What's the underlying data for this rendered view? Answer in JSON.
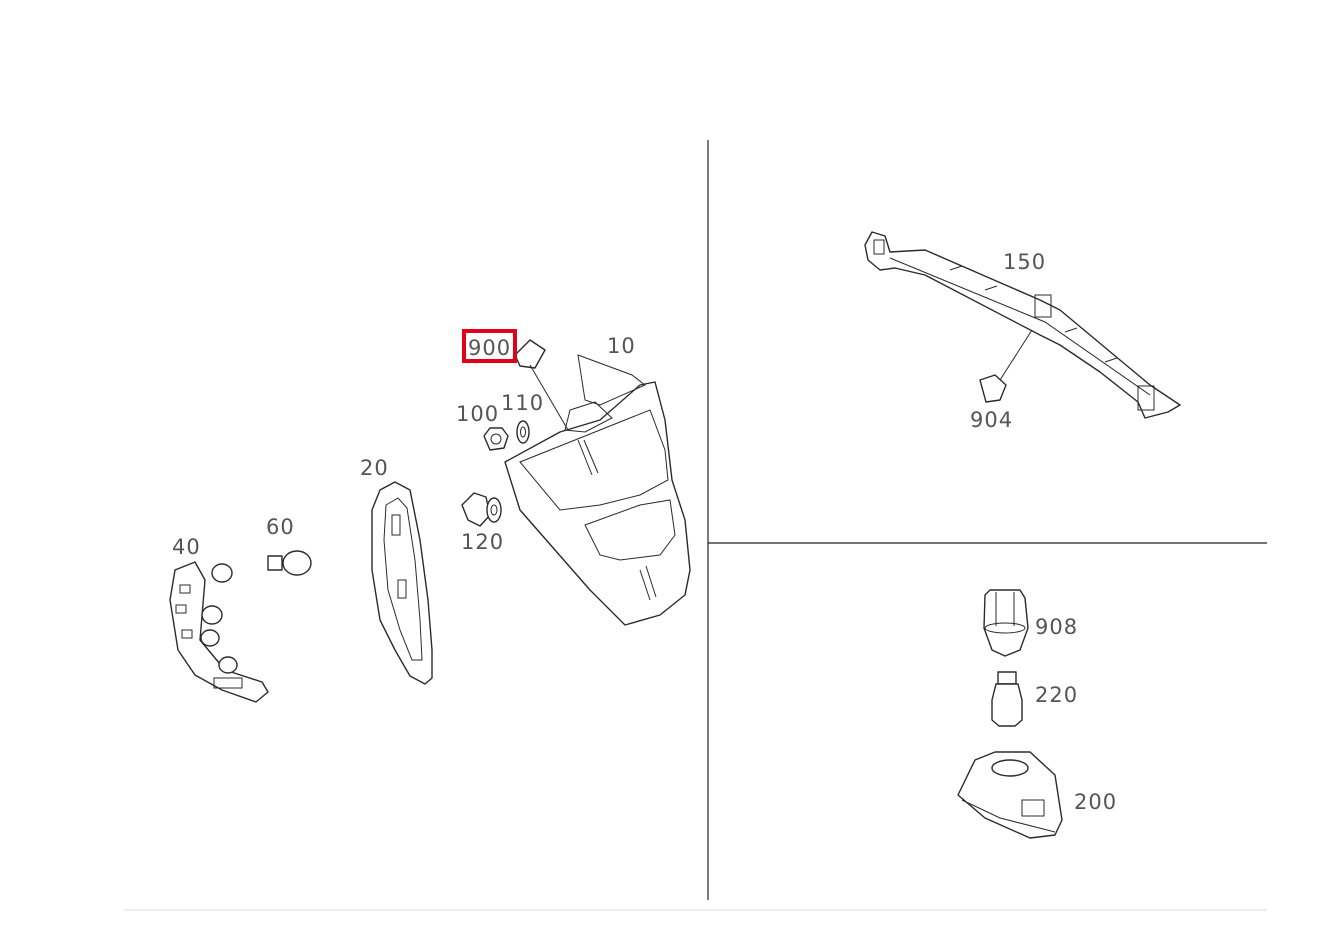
{
  "callouts": {
    "c10": "10",
    "c20": "20",
    "c40": "40",
    "c60": "60",
    "c100": "100",
    "c110": "110",
    "c120": "120",
    "c150": "150",
    "c200": "200",
    "c220": "220",
    "c900": "900",
    "c904": "904",
    "c908": "908"
  },
  "highlight": {
    "part": "900",
    "color": "#e3001b"
  },
  "colors": {
    "line": "#2b2b2b",
    "label": "#555555"
  }
}
